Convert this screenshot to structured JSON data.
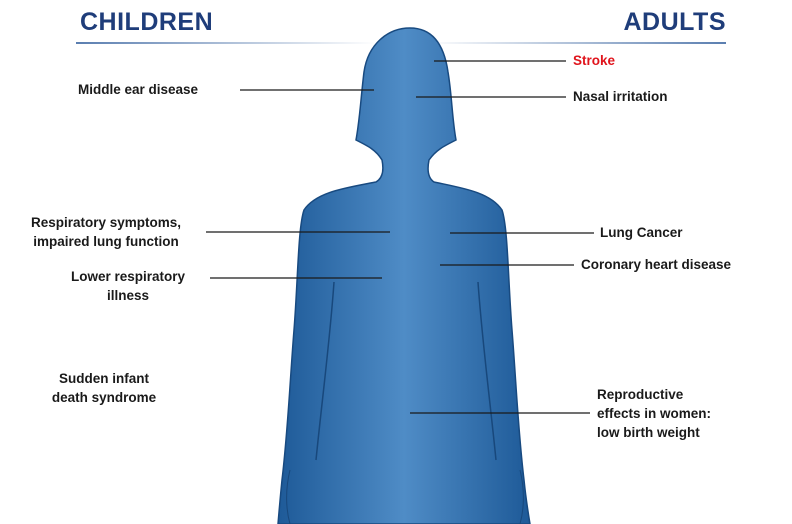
{
  "headings": {
    "children": "CHILDREN",
    "adults": "ADULTS"
  },
  "colors": {
    "heading": "#1f3d7a",
    "body_light": "#4f8cc6",
    "body_dark": "#1e5a98",
    "leader_line": "#1a1a1a",
    "highlight": "#e0141c"
  },
  "children_effects": [
    {
      "key": "middle-ear",
      "text": "Middle ear disease"
    },
    {
      "key": "respiratory-symptoms",
      "text": "Respiratory symptoms,\nimpaired lung function"
    },
    {
      "key": "lower-respiratory",
      "text": "Lower respiratory\nillness"
    },
    {
      "key": "sids",
      "text": "Sudden infant\ndeath syndrome"
    }
  ],
  "adult_effects": [
    {
      "key": "stroke",
      "text": "Stroke",
      "highlight": true
    },
    {
      "key": "nasal-irritation",
      "text": "Nasal irritation"
    },
    {
      "key": "lung-cancer",
      "text": "Lung Cancer"
    },
    {
      "key": "coronary",
      "text": "Coronary heart disease"
    },
    {
      "key": "reproductive",
      "text": "Reproductive\neffects in women:\nlow birth weight"
    }
  ]
}
